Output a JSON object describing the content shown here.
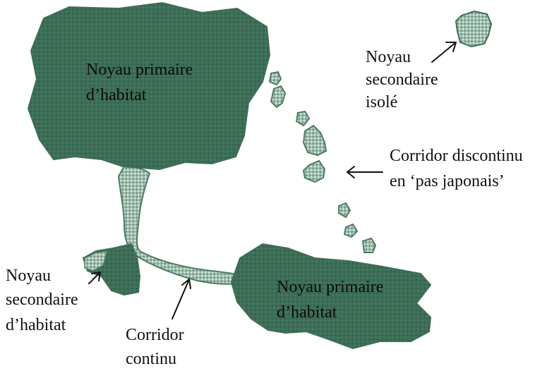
{
  "colors": {
    "core": "#3d6e57",
    "core_texture": "#2f5c47",
    "light": "#8fb3a2",
    "light_texture": "#e8f1ec",
    "outline": "#4d7a64",
    "text": "#111111",
    "arrow": "#111111"
  },
  "labels": {
    "primary_core_top_l1": "Noyau primaire",
    "primary_core_top_l2": "d’habitat",
    "primary_core_bottom_l1": "Noyau primaire",
    "primary_core_bottom_l2": "d’habitat",
    "isolated_l1": "Noyau",
    "isolated_l2": "secondaire",
    "isolated_l3": "isolé",
    "stepping_l1": "Corridor discontinu",
    "stepping_l2": "en ‘pas japonais’",
    "secondary_l1": "Noyau",
    "secondary_l2": "secondaire",
    "secondary_l3": "d’habitat",
    "continuous_l1": "Corridor",
    "continuous_l2": "continu"
  }
}
